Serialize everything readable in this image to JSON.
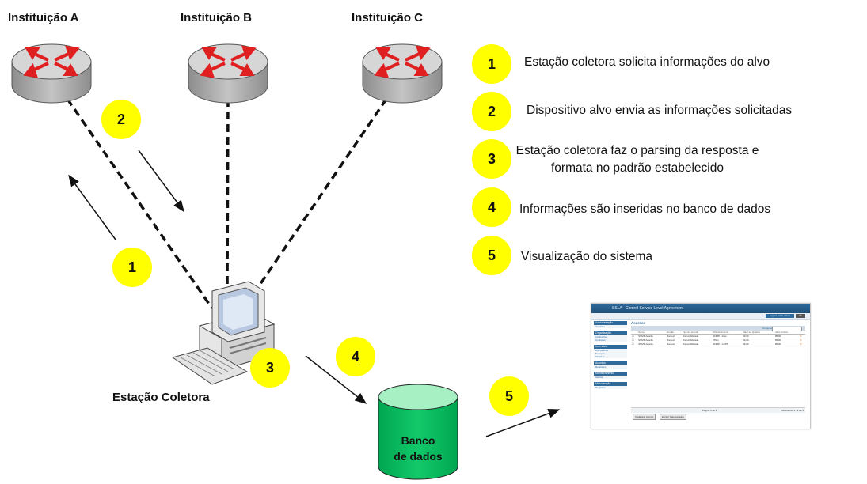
{
  "institutions": [
    {
      "label": "Instituição A"
    },
    {
      "label": "Instituição B"
    },
    {
      "label": "Instituição C"
    }
  ],
  "station": {
    "label": "Estação Coletora"
  },
  "database": {
    "line1": "Banco",
    "line2": "de dados"
  },
  "steps": [
    {
      "number": "1",
      "text": "Estação coletora solicita informações do alvo"
    },
    {
      "number": "2",
      "text": "Dispositivo alvo envia as informações solicitadas"
    },
    {
      "number": "3",
      "text": "Estação coletora faz o parsing da resposta e formata no padrão estabelecido"
    },
    {
      "number": "4",
      "text": "Informações são inseridas no banco de dados"
    },
    {
      "number": "5",
      "text": "Visualização do sistema"
    }
  ],
  "colors": {
    "badge": "#ffff00",
    "router_body": "#b5b5b5",
    "router_arrows": "#e02020",
    "database": "#00c060",
    "database_top": "#9ff0c0",
    "mini_header": "#2f6a9b"
  },
  "mini_screen": {
    "header": "SSLA - Control Service Level Agreement",
    "login_btn": "Logout como admin",
    "ok_btn": "Ok",
    "sidebar": [
      {
        "title": "Administração",
        "items": [
          "Usuários"
        ]
      },
      {
        "title": "Organização",
        "items": [
          "Instituições",
          "Unidades"
        ]
      },
      {
        "title": "Inventário",
        "items": [
          "Dispositivos",
          "Serviços",
          "Modelos"
        ]
      },
      {
        "title": "Acordos",
        "items": [
          "Relatórios"
        ]
      },
      {
        "title": "Monitoramento",
        "items": [
          "Alertas"
        ]
      },
      {
        "title": "Manutenção",
        "items": [
          "Registros"
        ]
      }
    ],
    "page_title": "Acordos",
    "search_label": "Pesquisa",
    "columns": [
      "",
      "Nome",
      "Versão",
      "Tipo de Acordo",
      "Monitoramento",
      "Valor de Quebra",
      "Valor Crítico",
      ""
    ],
    "rows": [
      [
        "☑",
        "SNMP Acordo",
        "Manual",
        "Disponibilidade",
        "SNMP - Inter...",
        "99,00",
        "95,00",
        "✎"
      ],
      [
        "☑",
        "SNMP Acordo",
        "Manual",
        "Disponibilidade",
        "PING",
        "99,00",
        "95,00",
        "✎"
      ],
      [
        "☑",
        "SNMP Acordo",
        "Manual",
        "Disponibilidade",
        "SNMP - CUPP",
        "99,00",
        "95,00",
        "✎"
      ]
    ],
    "footer_pages": "Página 1 de 1",
    "footer_display": "Mostrando 1 - 3 de 3",
    "button_add": "Cadastrar Acordo",
    "button_delete": "Excluir Selecionados"
  }
}
